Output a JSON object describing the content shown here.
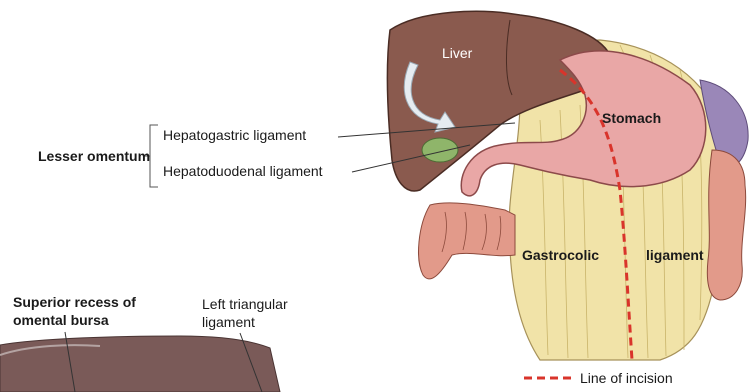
{
  "labels": {
    "liver": "Liver",
    "stomach": "Stomach",
    "gastrocolic_left": "Gastrocolic",
    "gastrocolic_right": "ligament",
    "lesser_omentum": "Lesser omentum",
    "hepatogastric": "Hepatogastric ligament",
    "hepatoduodenal": "Hepatoduodenal ligament",
    "superior_recess_line1": "Superior recess of",
    "superior_recess_line2": "omental bursa",
    "left_triangular_line1": "Left triangular",
    "left_triangular_line2": "ligament"
  },
  "legend": {
    "line_of_incision": "Line of incision",
    "incision_color": "#d9342b"
  },
  "colors": {
    "liver": "#8a5a4e",
    "liver_dark": "#6e4339",
    "stomach": "#e9a7a6",
    "omentum": "#f1e3a8",
    "omentum_stripe": "#c9b46a",
    "intestine": "#e29a8a",
    "spleen": "#9a87b8",
    "gallbladder": "#8fb56a",
    "lower_liver": "#7a5a58"
  }
}
